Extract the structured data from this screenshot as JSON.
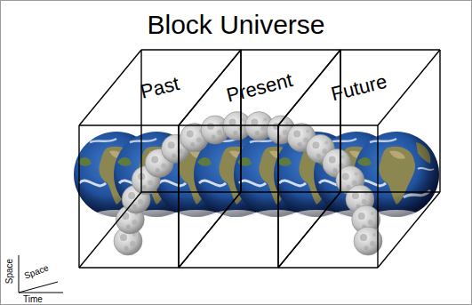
{
  "diagram": {
    "title": "Block Universe",
    "nodes": [
      {
        "text": [
          "Past"
        ]
      },
      {
        "text": [
          "Present"
        ]
      },
      {
        "text": [
          "Future"
        ]
      }
    ],
    "labels": [
      "Space",
      "Space",
      "Time"
    ]
  }
}
